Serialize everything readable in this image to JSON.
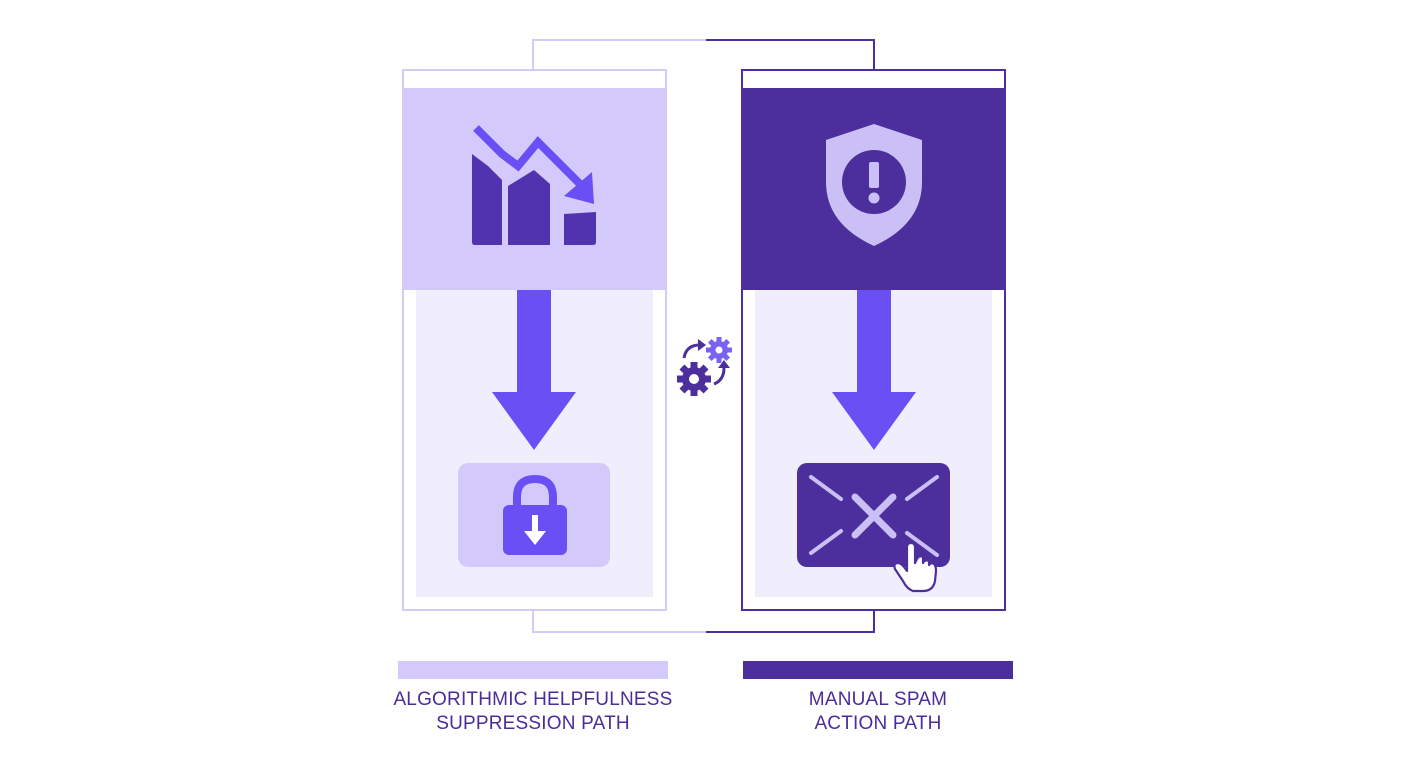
{
  "diagram": {
    "left_path": {
      "label_line1": "ALGORITHMIC HELPFULNESS",
      "label_line2": "SUPPRESSION PATH",
      "header_icon": "declining-chart-icon",
      "action_icon": "lock-download-icon",
      "color": "#d3c9fb"
    },
    "right_path": {
      "label_line1": "MANUAL SPAM",
      "label_line2": "ACTION PATH",
      "header_icon": "shield-alert-icon",
      "action_icon": "rejected-mail-click-icon",
      "color": "#4c2f9c"
    },
    "center_icon": "gears-sync-icon",
    "arrow_color": "#6a4ff5"
  }
}
